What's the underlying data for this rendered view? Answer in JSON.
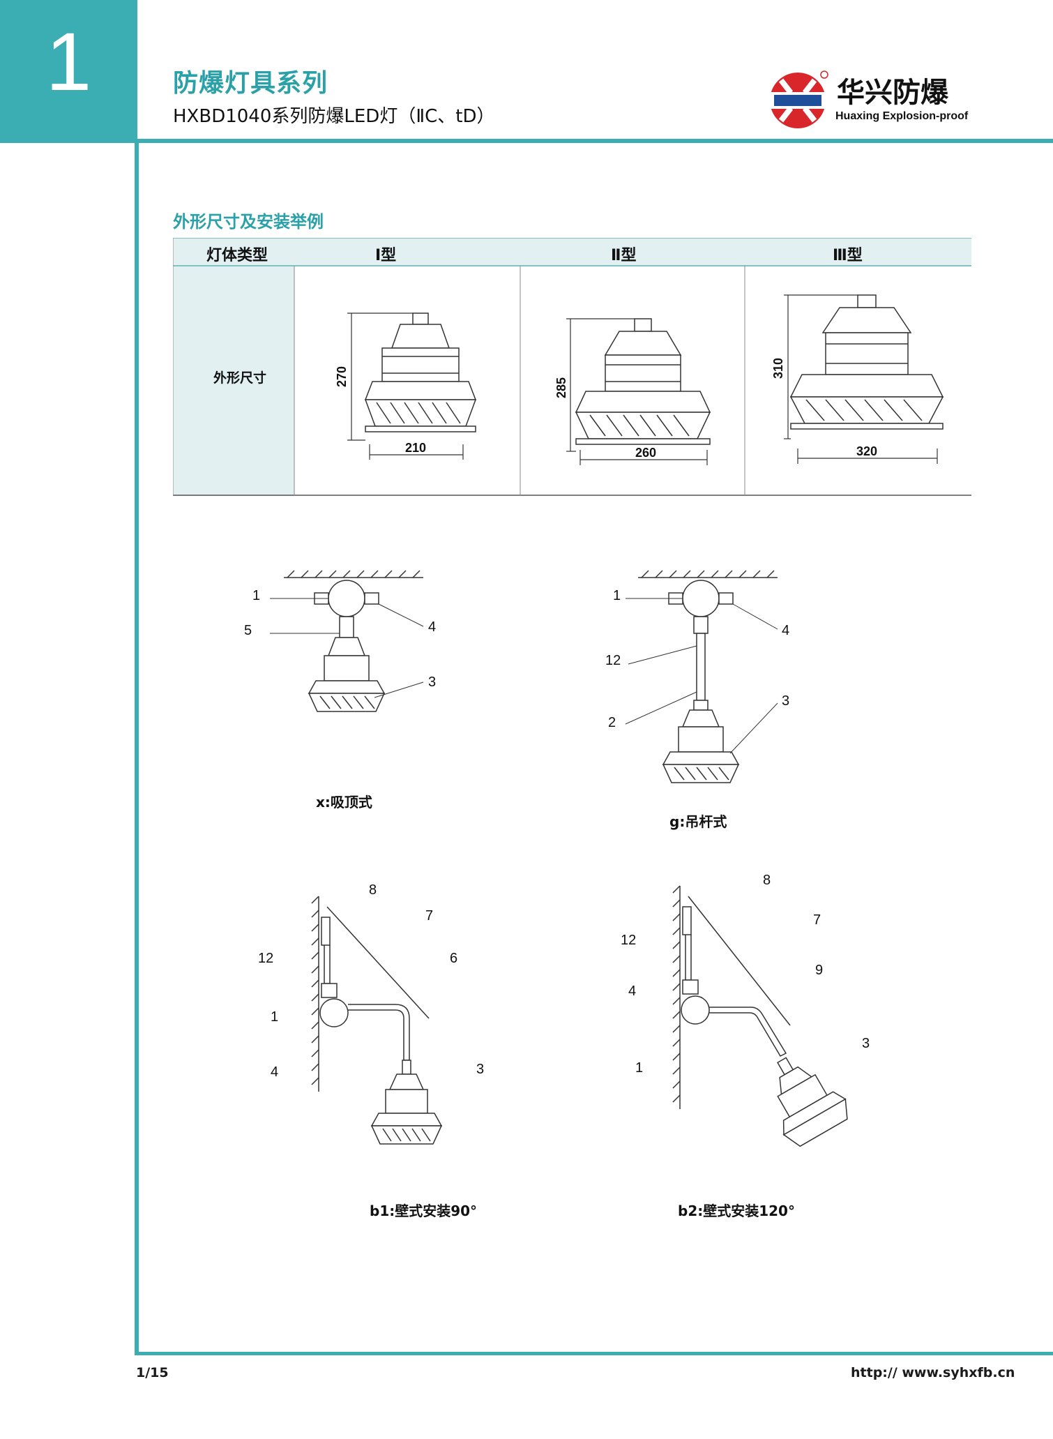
{
  "header": {
    "chapter_number": "1",
    "series_title": "防爆灯具系列",
    "product_title": "HXBD1040系列防爆LED灯（ⅡC、tD）",
    "logo_cn": "华兴防爆",
    "logo_en": "Huaxing Explosion-proof"
  },
  "section_title": "外形尺寸及安装举例",
  "table": {
    "col_header": "灯体类型",
    "types": [
      "Ⅰ型",
      "Ⅱ型",
      "Ⅲ型"
    ],
    "row_label": "外形尺寸",
    "dims": [
      {
        "height": "270",
        "width": "210"
      },
      {
        "height": "285",
        "width": "260"
      },
      {
        "height": "310",
        "width": "320"
      }
    ]
  },
  "installs": [
    {
      "caption": "x:吸顶式",
      "labels": [
        "1",
        "5",
        "4",
        "3"
      ]
    },
    {
      "caption": "g:吊杆式",
      "labels": [
        "1",
        "4",
        "12",
        "2",
        "3"
      ]
    },
    {
      "caption": "b1:壁式安装90°",
      "labels": [
        "8",
        "7",
        "12",
        "6",
        "1",
        "4",
        "3"
      ]
    },
    {
      "caption": "b2:壁式安装120°",
      "labels": [
        "8",
        "7",
        "12",
        "9",
        "4",
        "1",
        "3"
      ]
    }
  ],
  "footer": {
    "page": "1/15",
    "url": "http:// www.syhxfb.cn"
  },
  "colors": {
    "accent": "#3aaeb2",
    "logo_red": "#d8262b",
    "logo_blue": "#1f4f9a"
  }
}
